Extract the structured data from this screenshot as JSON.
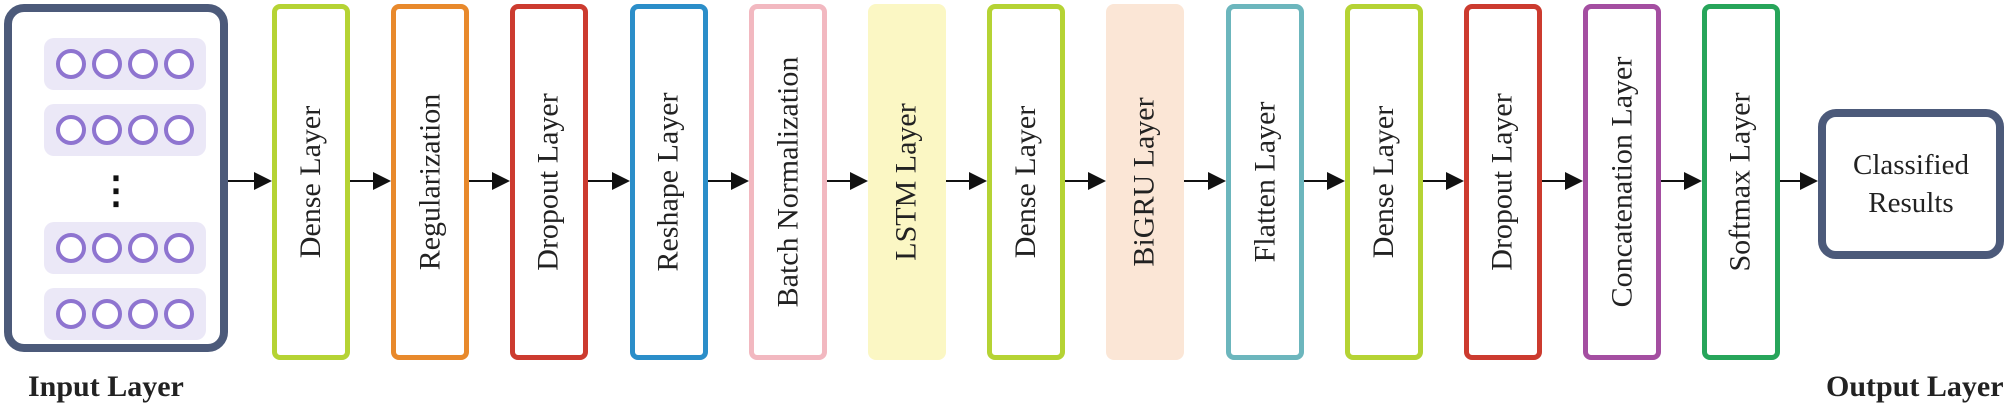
{
  "input_layer": {
    "caption": "Input Layer",
    "ellipsis": "⋮",
    "rows": 4,
    "neurons_per_row": 4
  },
  "layers": [
    {
      "label": "Dense Layer",
      "color": "#b5d334",
      "filled": false
    },
    {
      "label": "Regularization",
      "color": "#e8892c",
      "filled": false
    },
    {
      "label": "Dropout Layer",
      "color": "#cc3b2f",
      "filled": false
    },
    {
      "label": "Reshape Layer",
      "color": "#2b8ec9",
      "filled": false
    },
    {
      "label": "Batch Normalization",
      "color": "#f2b8c0",
      "filled": false
    },
    {
      "label": "LSTM Layer",
      "color": "#fbf7c4",
      "filled": true
    },
    {
      "label": "Dense Layer",
      "color": "#b5d334",
      "filled": false
    },
    {
      "label": "BiGRU Layer",
      "color": "#fbe6d6",
      "filled": true
    },
    {
      "label": "Flatten Layer",
      "color": "#6cb6bd",
      "filled": false
    },
    {
      "label": "Dense Layer",
      "color": "#b5d334",
      "filled": false
    },
    {
      "label": "Dropout Layer",
      "color": "#cc3b2f",
      "filled": false
    },
    {
      "label": "Concatenation Layer",
      "color": "#a44ea1",
      "filled": false
    },
    {
      "label": "Softmax Layer",
      "color": "#27a55a",
      "filled": false
    }
  ],
  "output_layer": {
    "caption": "Output Layer",
    "lines": [
      "Classified",
      "Results"
    ]
  },
  "colors": {
    "frame": "#4c5a7a",
    "neuron": "#8e74d0",
    "neuron_row_bg": "#ebe8f7",
    "arrow": "#111111"
  }
}
